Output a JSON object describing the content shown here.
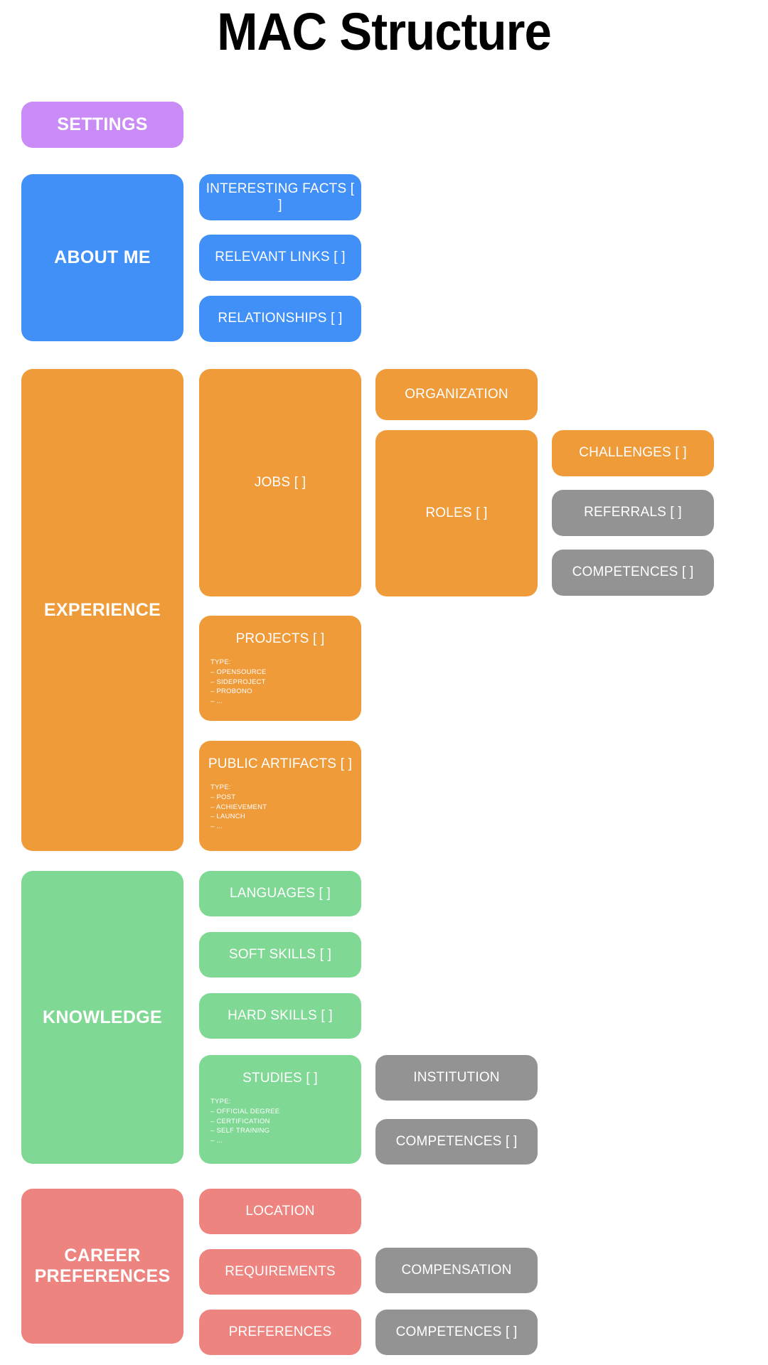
{
  "page": {
    "title": "MAC Structure"
  },
  "colors": {
    "settings": "#c98bf5",
    "about_me": "#4190f7",
    "experience": "#ef9b3a",
    "knowledge": "#7fd894",
    "career_preferences": "#ee8480",
    "shared_entity": "#939393",
    "text": "#ffffff",
    "background": "#ffffff",
    "title": "#000000"
  },
  "sections": {
    "settings": {
      "label": "SETTINGS"
    },
    "about_me": {
      "label": "ABOUT ME",
      "children": [
        {
          "label": "INTERESTING FACTS [ ]"
        },
        {
          "label": "RELEVANT LINKS [ ]"
        },
        {
          "label": "RELATIONSHIPS [ ]"
        }
      ]
    },
    "experience": {
      "label": "EXPERIENCE",
      "jobs": {
        "label": "JOBS [ ]"
      },
      "organization": {
        "label": "ORGANIZATION"
      },
      "roles": {
        "label": "ROLES [ ]"
      },
      "challenges": {
        "label": "CHALLENGES [ ]"
      },
      "referrals": {
        "label": "REFERRALS [ ]"
      },
      "competences": {
        "label": "COMPETENCES [ ]"
      },
      "projects": {
        "label": "PROJECTS [ ]",
        "type_heading": "TYPE:",
        "types": [
          "OPENSOURCE",
          "SIDEPROJECT",
          "PROBONO",
          "..."
        ]
      },
      "public_artifacts": {
        "label": "PUBLIC ARTIFACTS [ ]",
        "type_heading": "TYPE:",
        "types": [
          "POST",
          "ACHIEVEMENT",
          "LAUNCH",
          "..."
        ]
      }
    },
    "knowledge": {
      "label": "KNOWLEDGE",
      "languages": {
        "label": "LANGUAGES [ ]"
      },
      "soft_skills": {
        "label": "SOFT SKILLS [ ]"
      },
      "hard_skills": {
        "label": "HARD SKILLS [ ]"
      },
      "studies": {
        "label": "STUDIES [ ]",
        "type_heading": "TYPE:",
        "types": [
          "OFFICIAL DEGREE",
          "CERTIFICATION",
          "SELF TRAINING",
          "..."
        ]
      },
      "institution": {
        "label": "INSTITUTION"
      },
      "competences": {
        "label": "COMPETENCES [ ]"
      }
    },
    "career_preferences": {
      "label": "CAREER PREFERENCES",
      "location": {
        "label": "LOCATION"
      },
      "requirements": {
        "label": "REQUIREMENTS"
      },
      "preferences": {
        "label": "PREFERENCES"
      },
      "compensation": {
        "label": "COMPENSATION"
      },
      "competences": {
        "label": "COMPETENCES [ ]"
      }
    }
  }
}
